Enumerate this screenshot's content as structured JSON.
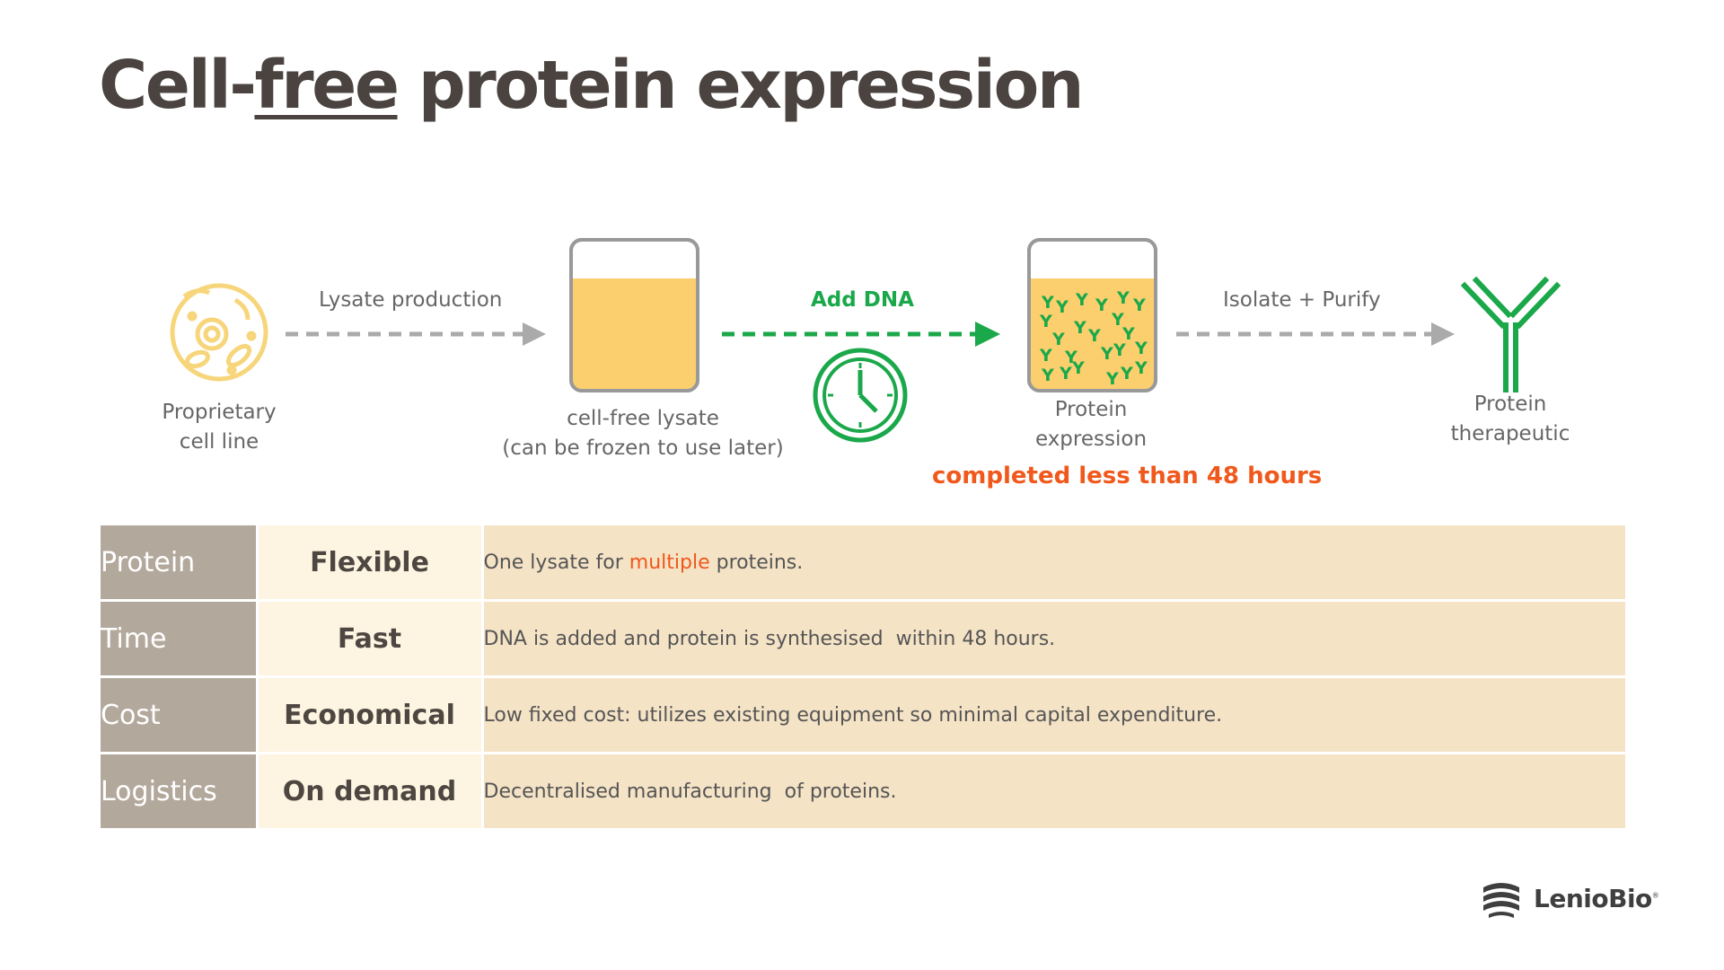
{
  "title": {
    "pre": "Cell-",
    "underlined": "free",
    "post": " protein expression"
  },
  "flow": {
    "cell_line_label": [
      "Proprietary",
      "cell line"
    ],
    "step1_label": "Lysate production",
    "lysate_label": [
      "cell-free lysate",
      "(can be frozen to use later)"
    ],
    "step2_label": "Add DNA",
    "expression_label": [
      "Protein",
      "expression"
    ],
    "completed_note": "completed less than 48 hours",
    "step3_label": "Isolate + Purify",
    "therapeutic_label": [
      "Protein",
      "therapeutic"
    ]
  },
  "table": {
    "rows": [
      {
        "category": "Protein",
        "feature": "Flexible",
        "pre": "One lysate for ",
        "highlight": "multiple",
        "post": " proteins."
      },
      {
        "category": "Time",
        "feature": "Fast",
        "text": "DNA is added and protein is synthesised  within 48 hours."
      },
      {
        "category": "Cost",
        "feature": "Economical",
        "text": "Low fixed cost: utilizes existing equipment so minimal capital expenditure."
      },
      {
        "category": "Logistics",
        "feature": "On demand",
        "text": "Decentralised manufacturing  of proteins."
      }
    ]
  },
  "logo": {
    "name": "LenioBio",
    "mark": "®"
  },
  "colors": {
    "title": "#4a433f",
    "green": "#1aa84a",
    "orange": "#f0581c",
    "cell": "#f7d57a",
    "lysate": "#fbcf6e",
    "table_cat": "#b3a89c",
    "table_feat": "#fdf4e1",
    "table_desc": "#f5e3c6"
  },
  "icons": [
    "cell-icon",
    "beaker-icon",
    "clock-icon",
    "antibody-icon",
    "logo-icon"
  ]
}
